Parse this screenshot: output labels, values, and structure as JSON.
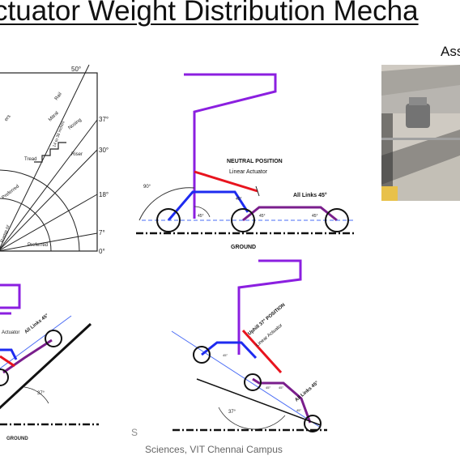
{
  "header": {
    "title": "ctuator Weight Distribution Mecha",
    "corner_text": "Ass"
  },
  "footer": {
    "text": "Sciences, VIT Chennai Campus",
    "fragment": "S"
  },
  "stair_chart": {
    "angles": [
      "50°",
      "37°",
      "30°",
      "18°",
      "7°",
      "0°"
    ],
    "labels": [
      "Rail",
      "Mitral",
      "Nosing",
      "Tread",
      "Riser",
      "Preferred",
      "Preferred",
      "Ramp or",
      "14 to 38 inches"
    ]
  },
  "neutral_diagram": {
    "title": "NEUTRAL POSITION",
    "actuator": "Linear Actuator",
    "links": "All Links 45°",
    "angle_90": "90°",
    "angle_45": "45°",
    "ground": "GROUND"
  },
  "left_uphill": {
    "actuator": "Actuator",
    "links": "All Links 45°",
    "angle": "37°",
    "ground": "GROUND"
  },
  "uphill_diagram": {
    "title": "Uphill 37° POSITION",
    "actuator": "Linear Actuator",
    "links": "All Links 45°",
    "angle": "37°",
    "angle_45": "45°"
  },
  "colors": {
    "frame": "#8B1FE0",
    "links": "#1E2BF0",
    "chain": "#7A1E8C",
    "actuator": "#E8141E",
    "guide": "#4A6CF5"
  },
  "icons": [
    "gear-icon"
  ]
}
